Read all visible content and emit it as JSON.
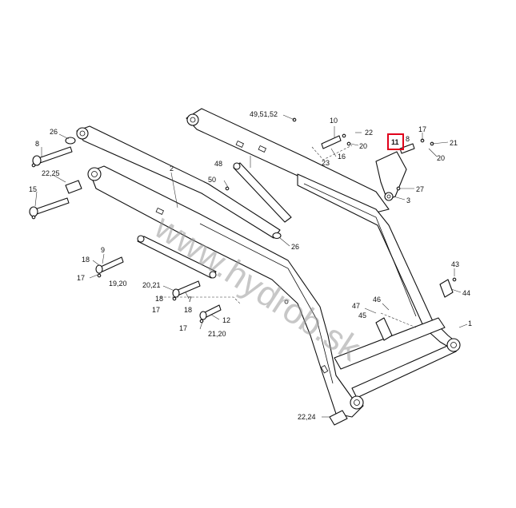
{
  "watermark": "www.hydrob.sk",
  "highlight_color": "#e0001b",
  "callouts": [
    {
      "id": "c-26-top",
      "text": "26"
    },
    {
      "id": "c-8-left",
      "text": "8"
    },
    {
      "id": "c-22-25",
      "text": "22,25"
    },
    {
      "id": "c-15",
      "text": "15"
    },
    {
      "id": "c-2",
      "text": "2"
    },
    {
      "id": "c-49-51-52",
      "text": "49,51,52"
    },
    {
      "id": "c-10",
      "text": "10"
    },
    {
      "id": "c-22-right",
      "text": "22"
    },
    {
      "id": "c-20-a",
      "text": "20"
    },
    {
      "id": "c-16",
      "text": "16"
    },
    {
      "id": "c-23",
      "text": "23"
    },
    {
      "id": "c-11",
      "text": "11"
    },
    {
      "id": "c-8-right",
      "text": "8"
    },
    {
      "id": "c-17-top",
      "text": "17"
    },
    {
      "id": "c-21-top",
      "text": "21"
    },
    {
      "id": "c-20-b",
      "text": "20"
    },
    {
      "id": "c-27",
      "text": "27"
    },
    {
      "id": "c-3",
      "text": "3"
    },
    {
      "id": "c-48",
      "text": "48"
    },
    {
      "id": "c-50",
      "text": "50"
    },
    {
      "id": "c-26-mid",
      "text": "26"
    },
    {
      "id": "c-9",
      "text": "9"
    },
    {
      "id": "c-18-a",
      "text": "18"
    },
    {
      "id": "c-17-a",
      "text": "17"
    },
    {
      "id": "c-19-20",
      "text": "19,20"
    },
    {
      "id": "c-20-21",
      "text": "20,21"
    },
    {
      "id": "c-18-b",
      "text": "18"
    },
    {
      "id": "c-17-b",
      "text": "17"
    },
    {
      "id": "c-7",
      "text": "7"
    },
    {
      "id": "c-18-c",
      "text": "18"
    },
    {
      "id": "c-17-c",
      "text": "17"
    },
    {
      "id": "c-12",
      "text": "12"
    },
    {
      "id": "c-21-20",
      "text": "21,20"
    },
    {
      "id": "c-43",
      "text": "43"
    },
    {
      "id": "c-44",
      "text": "44"
    },
    {
      "id": "c-46",
      "text": "46"
    },
    {
      "id": "c-47",
      "text": "47"
    },
    {
      "id": "c-45",
      "text": "45"
    },
    {
      "id": "c-1",
      "text": "1"
    },
    {
      "id": "c-22-24",
      "text": "22,24"
    }
  ]
}
